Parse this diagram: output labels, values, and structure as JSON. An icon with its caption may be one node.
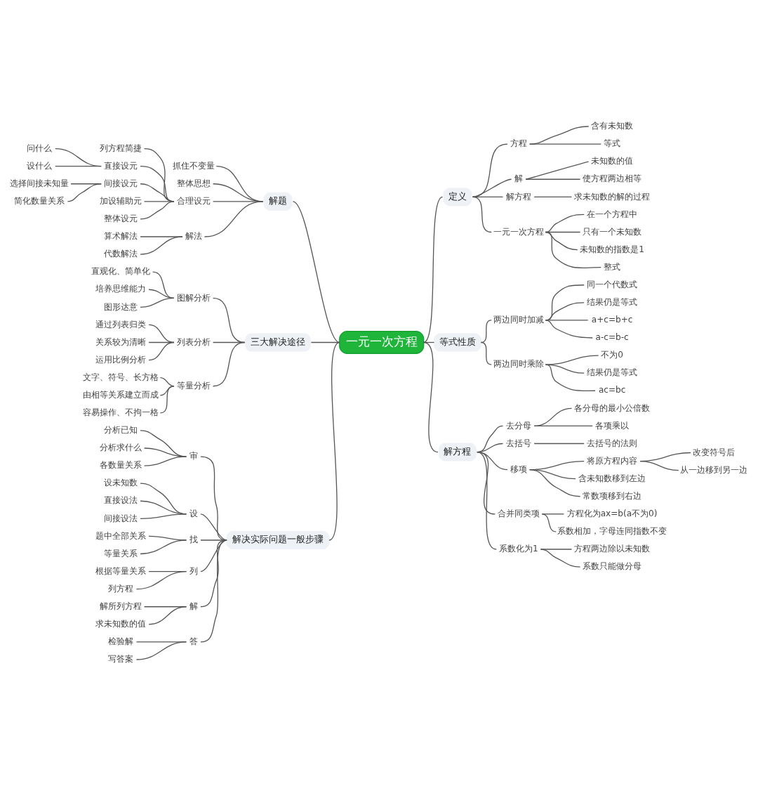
{
  "diagram": {
    "nodes": [
      {
        "text": [
          "一元一次方程"
        ]
      },
      {
        "text": [
          "定义"
        ]
      },
      {
        "text": [
          "方程"
        ]
      },
      {
        "text": [
          "含有未知数"
        ]
      },
      {
        "text": [
          "等式"
        ]
      },
      {
        "text": [
          "解"
        ]
      },
      {
        "text": [
          "未知数的值"
        ]
      },
      {
        "text": [
          "使方程两边相等"
        ]
      },
      {
        "text": [
          "解方程"
        ]
      },
      {
        "text": [
          "求未知数的解的过程"
        ]
      },
      {
        "text": [
          "一元一次方程"
        ]
      },
      {
        "text": [
          "在一个方程中"
        ]
      },
      {
        "text": [
          "只有一个未知数"
        ]
      },
      {
        "text": [
          "未知数的指数是1"
        ]
      },
      {
        "text": [
          "整式"
        ]
      },
      {
        "text": [
          "等式性质"
        ]
      },
      {
        "text": [
          "两边同时加减"
        ]
      },
      {
        "text": [
          "同一个代数式"
        ]
      },
      {
        "text": [
          "结果仍是等式"
        ]
      },
      {
        "text": [
          "a+c=b+c"
        ]
      },
      {
        "text": [
          "a-c=b-c"
        ]
      },
      {
        "text": [
          "两边同时乘除"
        ]
      },
      {
        "text": [
          "不为0"
        ]
      },
      {
        "text": [
          "结果仍是等式"
        ]
      },
      {
        "text": [
          "ac=bc"
        ]
      },
      {
        "text": [
          "解方程"
        ]
      },
      {
        "text": [
          "去分母"
        ]
      },
      {
        "text": [
          "各分母的最小公倍数"
        ]
      },
      {
        "text": [
          "各项乘以"
        ]
      },
      {
        "text": [
          "去括号"
        ]
      },
      {
        "text": [
          "去括号的法则"
        ]
      },
      {
        "text": [
          "移项"
        ]
      },
      {
        "text": [
          "将原方程内容"
        ]
      },
      {
        "text": [
          "改变符号后"
        ]
      },
      {
        "text": [
          "从一边移到另一边"
        ]
      },
      {
        "text": [
          "含未知数移到左边"
        ]
      },
      {
        "text": [
          "常数项移到右边"
        ]
      },
      {
        "text": [
          "合并同类项"
        ]
      },
      {
        "text": [
          "方程化为ax=b(a不为0)"
        ]
      },
      {
        "text": [
          "系数相加，字母连同指数不变"
        ]
      },
      {
        "text": [
          "系数化为1"
        ]
      },
      {
        "text": [
          "方程两边除以未知数"
        ]
      },
      {
        "text": [
          "系数只能做分母"
        ]
      },
      {
        "text": [
          "解题"
        ]
      },
      {
        "text": [
          "抓住不变量"
        ]
      },
      {
        "text": [
          "整体思想"
        ]
      },
      {
        "text": [
          "合理设元"
        ]
      },
      {
        "text": [
          "列方程简捷"
        ]
      },
      {
        "text": [
          "直接设元"
        ]
      },
      {
        "text": [
          "问什么"
        ]
      },
      {
        "text": [
          "设什么"
        ]
      },
      {
        "text": [
          "间接设元"
        ]
      },
      {
        "text": [
          "选择间接未知量"
        ]
      },
      {
        "text": [
          "简化数量关系"
        ]
      },
      {
        "text": [
          "加设辅助元"
        ]
      },
      {
        "text": [
          "整体设元"
        ]
      },
      {
        "text": [
          "解法"
        ]
      },
      {
        "text": [
          "算术解法"
        ]
      },
      {
        "text": [
          "代数解法"
        ]
      },
      {
        "text": [
          "三大解决途径"
        ]
      },
      {
        "text": [
          "图解分析"
        ]
      },
      {
        "text": [
          "直观化、简单化"
        ]
      },
      {
        "text": [
          "培养思维能力"
        ]
      },
      {
        "text": [
          "图形达意"
        ]
      },
      {
        "text": [
          "列表分析"
        ]
      },
      {
        "text": [
          "通过列表归类"
        ]
      },
      {
        "text": [
          "关系较为清晰"
        ]
      },
      {
        "text": [
          "运用比例分析"
        ]
      },
      {
        "text": [
          "等量分析"
        ]
      },
      {
        "text": [
          "文字、符号、长方格"
        ]
      },
      {
        "text": [
          "由相等关系建立而成"
        ]
      },
      {
        "text": [
          "容易操作、不拘一格"
        ]
      },
      {
        "text": [
          "解决实际问题一般步骤"
        ]
      },
      {
        "text": [
          "审"
        ]
      },
      {
        "text": [
          "分析已知"
        ]
      },
      {
        "text": [
          "分析求什么"
        ]
      },
      {
        "text": [
          "各数量关系"
        ]
      },
      {
        "text": [
          "设"
        ]
      },
      {
        "text": [
          "设未知数"
        ]
      },
      {
        "text": [
          "直接设法"
        ]
      },
      {
        "text": [
          "间接设法"
        ]
      },
      {
        "text": [
          "找"
        ]
      },
      {
        "text": [
          "题中全部关系"
        ]
      },
      {
        "text": [
          "等量关系"
        ]
      },
      {
        "text": [
          "列"
        ]
      },
      {
        "text": [
          "根据等量关系"
        ]
      },
      {
        "text": [
          "列方程"
        ]
      },
      {
        "text": [
          "解"
        ]
      },
      {
        "text": [
          "解所列方程"
        ]
      },
      {
        "text": [
          "求未知数的值"
        ]
      },
      {
        "text": [
          "答"
        ]
      },
      {
        "text": [
          "检验解"
        ]
      },
      {
        "text": [
          "写答案"
        ]
      }
    ],
    "edges": [
      {
        "from": 0,
        "to": 1,
        "arrow": "none"
      },
      {
        "from": 1,
        "to": 2,
        "arrow": "none"
      },
      {
        "from": 2,
        "to": 3,
        "arrow": "none"
      },
      {
        "from": 2,
        "to": 4,
        "arrow": "none"
      },
      {
        "from": 1,
        "to": 5,
        "arrow": "none"
      },
      {
        "from": 5,
        "to": 6,
        "arrow": "none"
      },
      {
        "from": 5,
        "to": 7,
        "arrow": "none"
      },
      {
        "from": 1,
        "to": 8,
        "arrow": "none"
      },
      {
        "from": 8,
        "to": 9,
        "arrow": "none"
      },
      {
        "from": 1,
        "to": 10,
        "arrow": "none"
      },
      {
        "from": 10,
        "to": 11,
        "arrow": "none"
      },
      {
        "from": 10,
        "to": 12,
        "arrow": "none"
      },
      {
        "from": 10,
        "to": 13,
        "arrow": "none"
      },
      {
        "from": 10,
        "to": 14,
        "arrow": "none"
      },
      {
        "from": 0,
        "to": 15,
        "arrow": "none"
      },
      {
        "from": 15,
        "to": 16,
        "arrow": "none"
      },
      {
        "from": 16,
        "to": 17,
        "arrow": "none"
      },
      {
        "from": 16,
        "to": 18,
        "arrow": "none"
      },
      {
        "from": 16,
        "to": 19,
        "arrow": "none"
      },
      {
        "from": 16,
        "to": 20,
        "arrow": "none"
      },
      {
        "from": 15,
        "to": 21,
        "arrow": "none"
      },
      {
        "from": 21,
        "to": 22,
        "arrow": "none"
      },
      {
        "from": 21,
        "to": 23,
        "arrow": "none"
      },
      {
        "from": 21,
        "to": 24,
        "arrow": "none"
      },
      {
        "from": 0,
        "to": 25,
        "arrow": "none"
      },
      {
        "from": 25,
        "to": 26,
        "arrow": "none"
      },
      {
        "from": 26,
        "to": 27,
        "arrow": "none"
      },
      {
        "from": 26,
        "to": 28,
        "arrow": "none"
      },
      {
        "from": 25,
        "to": 29,
        "arrow": "none"
      },
      {
        "from": 29,
        "to": 30,
        "arrow": "none"
      },
      {
        "from": 25,
        "to": 31,
        "arrow": "none"
      },
      {
        "from": 31,
        "to": 32,
        "arrow": "none"
      },
      {
        "from": 32,
        "to": 33,
        "arrow": "none"
      },
      {
        "from": 32,
        "to": 34,
        "arrow": "none"
      },
      {
        "from": 31,
        "to": 35,
        "arrow": "none"
      },
      {
        "from": 31,
        "to": 36,
        "arrow": "none"
      },
      {
        "from": 25,
        "to": 37,
        "arrow": "none"
      },
      {
        "from": 37,
        "to": 38,
        "arrow": "none"
      },
      {
        "from": 37,
        "to": 39,
        "arrow": "none"
      },
      {
        "from": 25,
        "to": 40,
        "arrow": "none"
      },
      {
        "from": 40,
        "to": 41,
        "arrow": "none"
      },
      {
        "from": 40,
        "to": 42,
        "arrow": "none"
      },
      {
        "from": 0,
        "to": 43,
        "arrow": "none"
      },
      {
        "from": 43,
        "to": 44,
        "arrow": "none"
      },
      {
        "from": 43,
        "to": 45,
        "arrow": "none"
      },
      {
        "from": 43,
        "to": 46,
        "arrow": "none"
      },
      {
        "from": 46,
        "to": 47,
        "arrow": "none"
      },
      {
        "from": 46,
        "to": 48,
        "arrow": "none"
      },
      {
        "from": 48,
        "to": 49,
        "arrow": "none"
      },
      {
        "from": 48,
        "to": 50,
        "arrow": "none"
      },
      {
        "from": 46,
        "to": 51,
        "arrow": "none"
      },
      {
        "from": 51,
        "to": 52,
        "arrow": "none"
      },
      {
        "from": 51,
        "to": 53,
        "arrow": "none"
      },
      {
        "from": 46,
        "to": 54,
        "arrow": "none"
      },
      {
        "from": 46,
        "to": 55,
        "arrow": "none"
      },
      {
        "from": 43,
        "to": 56,
        "arrow": "none"
      },
      {
        "from": 56,
        "to": 57,
        "arrow": "none"
      },
      {
        "from": 56,
        "to": 58,
        "arrow": "none"
      },
      {
        "from": 0,
        "to": 59,
        "arrow": "none"
      },
      {
        "from": 59,
        "to": 60,
        "arrow": "none"
      },
      {
        "from": 60,
        "to": 61,
        "arrow": "none"
      },
      {
        "from": 60,
        "to": 62,
        "arrow": "none"
      },
      {
        "from": 60,
        "to": 63,
        "arrow": "none"
      },
      {
        "from": 59,
        "to": 64,
        "arrow": "none"
      },
      {
        "from": 64,
        "to": 65,
        "arrow": "none"
      },
      {
        "from": 64,
        "to": 66,
        "arrow": "none"
      },
      {
        "from": 64,
        "to": 67,
        "arrow": "none"
      },
      {
        "from": 59,
        "to": 68,
        "arrow": "none"
      },
      {
        "from": 68,
        "to": 69,
        "arrow": "none"
      },
      {
        "from": 68,
        "to": 70,
        "arrow": "none"
      },
      {
        "from": 68,
        "to": 71,
        "arrow": "none"
      },
      {
        "from": 0,
        "to": 72,
        "arrow": "none"
      },
      {
        "from": 72,
        "to": 73,
        "arrow": "none"
      },
      {
        "from": 73,
        "to": 74,
        "arrow": "none"
      },
      {
        "from": 73,
        "to": 75,
        "arrow": "none"
      },
      {
        "from": 73,
        "to": 76,
        "arrow": "none"
      },
      {
        "from": 72,
        "to": 77,
        "arrow": "none"
      },
      {
        "from": 77,
        "to": 78,
        "arrow": "none"
      },
      {
        "from": 77,
        "to": 79,
        "arrow": "none"
      },
      {
        "from": 77,
        "to": 80,
        "arrow": "none"
      },
      {
        "from": 72,
        "to": 81,
        "arrow": "none"
      },
      {
        "from": 81,
        "to": 82,
        "arrow": "none"
      },
      {
        "from": 81,
        "to": 83,
        "arrow": "none"
      },
      {
        "from": 72,
        "to": 84,
        "arrow": "none"
      },
      {
        "from": 84,
        "to": 85,
        "arrow": "none"
      },
      {
        "from": 84,
        "to": 86,
        "arrow": "none"
      },
      {
        "from": 72,
        "to": 87,
        "arrow": "none"
      },
      {
        "from": 87,
        "to": 88,
        "arrow": "none"
      },
      {
        "from": 87,
        "to": 89,
        "arrow": "none"
      },
      {
        "from": 72,
        "to": 90,
        "arrow": "none"
      },
      {
        "from": 90,
        "to": 91,
        "arrow": "none"
      },
      {
        "from": 90,
        "to": 92,
        "arrow": "none"
      }
    ]
  }
}
